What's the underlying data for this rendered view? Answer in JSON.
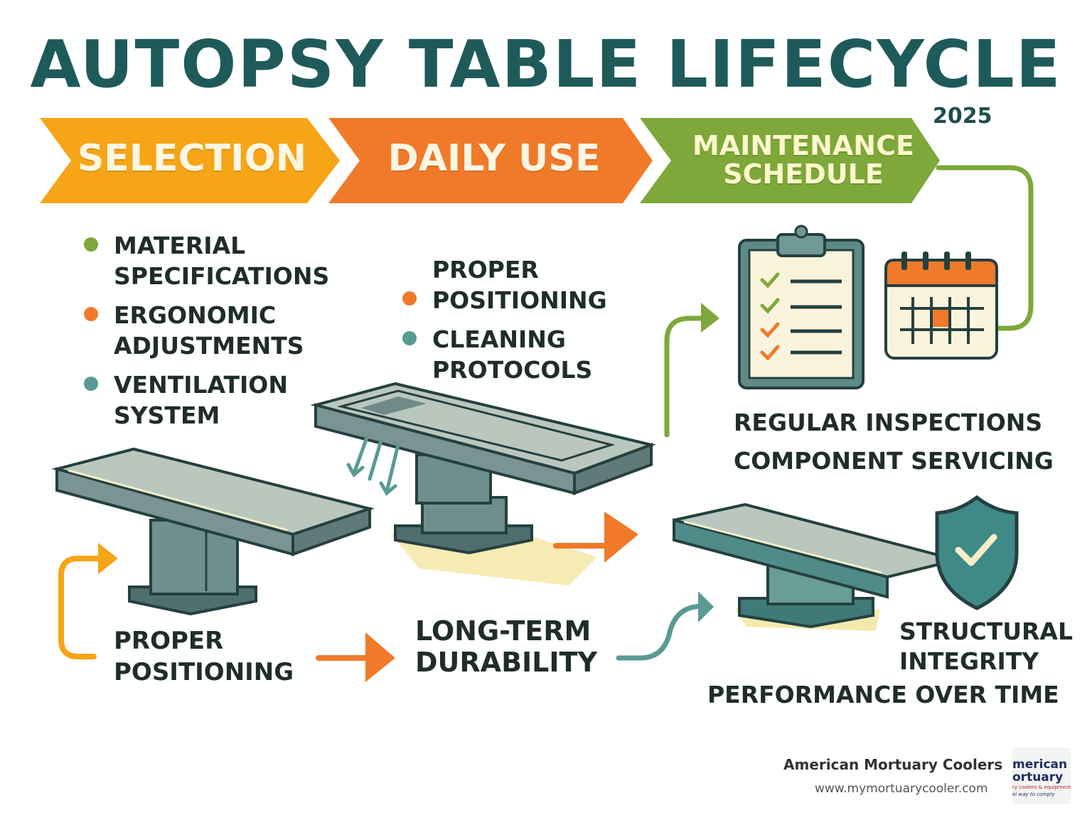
{
  "title": "AUTOPSY TABLE LIFECYCLE",
  "year": "2025",
  "stages": [
    {
      "label": "SELECTION",
      "color": "#f6a516"
    },
    {
      "label": "DAILY USE",
      "color": "#f07a2a"
    },
    {
      "label": "MAINTENANCE SCHEDULE",
      "color": "#7ea83a"
    }
  ],
  "selection_items": [
    {
      "text": "MATERIAL SPECIFICATIONS",
      "dot_color": "#7ea83a"
    },
    {
      "text": "ERGONOMIC ADJUSTMENTS",
      "dot_color": "#f07a2a"
    },
    {
      "text": "VENTILATION SYSTEM",
      "dot_color": "#5a9a94"
    }
  ],
  "daily_items": [
    {
      "text": "PROPER POSITIONING",
      "dot_color": "#f07a2a"
    },
    {
      "text": "CLEANING PROTOCOLS",
      "dot_color": "#5a9a94"
    }
  ],
  "labels": {
    "proper_positioning": "PROPER POSITIONING",
    "long_term_durability": "LONG-TERM DURABILITY",
    "regular_inspections": "REGULAR INSPECTIONS",
    "component_servicing": "COMPONENT SERVICING",
    "structural_integrity": "STRUCTURAL INTEGRITY",
    "performance_over_time": "PERFORMANCE OVER TIME"
  },
  "icons": [
    "clipboard-checklist-icon",
    "calendar-icon",
    "shield-check-icon",
    "ventilation-arrows-icon"
  ],
  "brand": {
    "name": "American Mortuary Coolers",
    "url": "www.mymortuarycooler.com",
    "logo_line1": "merican",
    "logo_line2": "ortuary",
    "logo_line3": "ry coolers & equipment",
    "logo_line4": "el way to comply"
  }
}
